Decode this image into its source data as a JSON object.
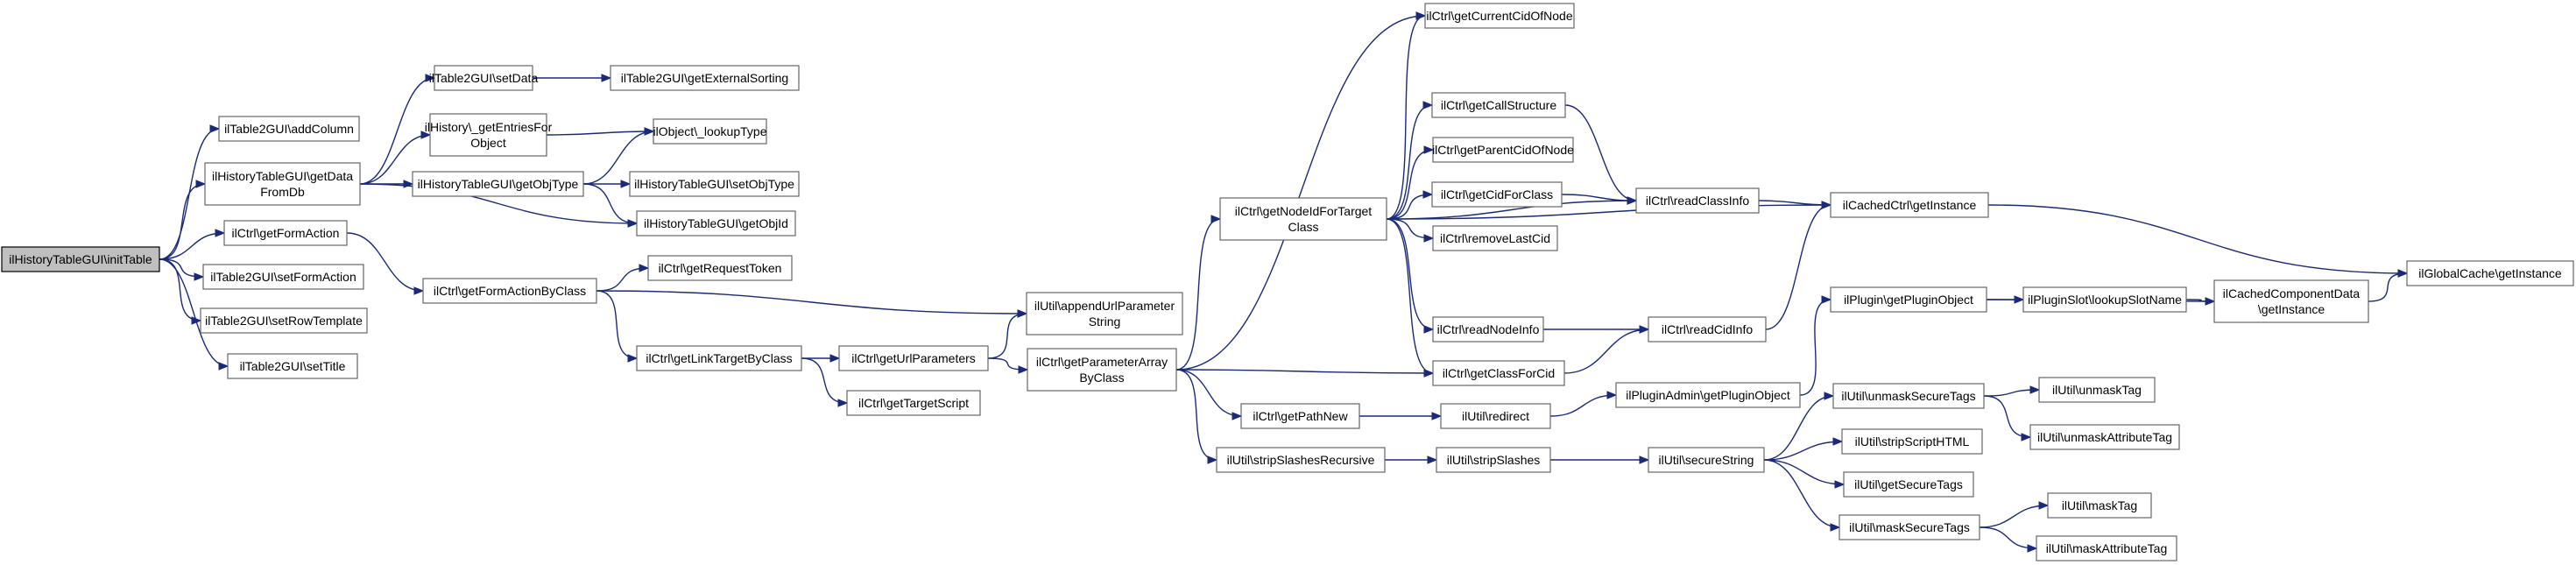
{
  "nodes": [
    {
      "id": "initTable",
      "lines": [
        "ilHistoryTableGUI\\initTable"
      ],
      "root": true
    },
    {
      "id": "addColumn",
      "lines": [
        "ilTable2GUI\\addColumn"
      ]
    },
    {
      "id": "getDataFromDb",
      "lines": [
        "ilHistoryTableGUI\\getData",
        "FromDb"
      ]
    },
    {
      "id": "getFormAction",
      "lines": [
        "ilCtrl\\getFormAction"
      ]
    },
    {
      "id": "setFormAction",
      "lines": [
        "ilTable2GUI\\setFormAction"
      ]
    },
    {
      "id": "setRowTemplate",
      "lines": [
        "ilTable2GUI\\setRowTemplate"
      ]
    },
    {
      "id": "setTitle",
      "lines": [
        "ilTable2GUI\\setTitle"
      ]
    },
    {
      "id": "setData",
      "lines": [
        "ilTable2GUI\\setData"
      ]
    },
    {
      "id": "getEntriesForObject",
      "lines": [
        "ilHistory\\_getEntriesFor",
        "Object"
      ]
    },
    {
      "id": "getObjType",
      "lines": [
        "ilHistoryTableGUI\\getObjType"
      ]
    },
    {
      "id": "getExternalSorting",
      "lines": [
        "ilTable2GUI\\getExternalSorting"
      ]
    },
    {
      "id": "lookupType",
      "lines": [
        "ilObject\\_lookupType"
      ]
    },
    {
      "id": "setObjType",
      "lines": [
        "ilHistoryTableGUI\\setObjType"
      ]
    },
    {
      "id": "getObjId",
      "lines": [
        "ilHistoryTableGUI\\getObjId"
      ]
    },
    {
      "id": "getFormActionByClass",
      "lines": [
        "ilCtrl\\getFormActionByClass"
      ]
    },
    {
      "id": "getRequestToken",
      "lines": [
        "ilCtrl\\getRequestToken"
      ]
    },
    {
      "id": "appendUrlParameterString",
      "lines": [
        "ilUtil\\appendUrlParameter",
        "String"
      ]
    },
    {
      "id": "getLinkTargetByClass",
      "lines": [
        "ilCtrl\\getLinkTargetByClass"
      ]
    },
    {
      "id": "getUrlParameters",
      "lines": [
        "ilCtrl\\getUrlParameters"
      ]
    },
    {
      "id": "getTargetScript",
      "lines": [
        "ilCtrl\\getTargetScript"
      ]
    },
    {
      "id": "getParameterArrayByClass",
      "lines": [
        "ilCtrl\\getParameterArray",
        "ByClass"
      ]
    },
    {
      "id": "getCurrentCidOfNode",
      "lines": [
        "ilCtrl\\getCurrentCidOfNode"
      ]
    },
    {
      "id": "getNodeIdForTargetClass",
      "lines": [
        "ilCtrl\\getNodeIdForTarget",
        "Class"
      ]
    },
    {
      "id": "getCallStructure",
      "lines": [
        "ilCtrl\\getCallStructure"
      ]
    },
    {
      "id": "getParentCidOfNode",
      "lines": [
        "ilCtrl\\getParentCidOfNode"
      ]
    },
    {
      "id": "getCidForClass",
      "lines": [
        "ilCtrl\\getCidForClass"
      ]
    },
    {
      "id": "removeLastCid",
      "lines": [
        "ilCtrl\\removeLastCid"
      ]
    },
    {
      "id": "readNodeInfo",
      "lines": [
        "ilCtrl\\readNodeInfo"
      ]
    },
    {
      "id": "getClassForCid",
      "lines": [
        "ilCtrl\\getClassForCid"
      ]
    },
    {
      "id": "readClassInfo",
      "lines": [
        "ilCtrl\\readClassInfo"
      ]
    },
    {
      "id": "readCidInfo",
      "lines": [
        "ilCtrl\\readCidInfo"
      ]
    },
    {
      "id": "cachedCtrlGetInstance",
      "lines": [
        "ilCachedCtrl\\getInstance"
      ]
    },
    {
      "id": "globalCacheGetInstance",
      "lines": [
        "ilGlobalCache\\getInstance"
      ]
    },
    {
      "id": "getPathNew",
      "lines": [
        "ilCtrl\\getPathNew"
      ]
    },
    {
      "id": "redirect",
      "lines": [
        "ilUtil\\redirect"
      ]
    },
    {
      "id": "getPluginObject",
      "lines": [
        "ilPluginAdmin\\getPluginObject"
      ]
    },
    {
      "id": "pluginGetPluginObject",
      "lines": [
        "ilPlugin\\getPluginObject"
      ]
    },
    {
      "id": "lookupSlotName",
      "lines": [
        "ilPluginSlot\\lookupSlotName"
      ]
    },
    {
      "id": "cachedComponentGetInstance",
      "lines": [
        "ilCachedComponentData",
        "\\getInstance"
      ]
    },
    {
      "id": "stripSlashesRecursive",
      "lines": [
        "ilUtil\\stripSlashesRecursive"
      ]
    },
    {
      "id": "stripSlashes",
      "lines": [
        "ilUtil\\stripSlashes"
      ]
    },
    {
      "id": "secureString",
      "lines": [
        "ilUtil\\secureString"
      ]
    },
    {
      "id": "unmaskSecureTags",
      "lines": [
        "ilUtil\\unmaskSecureTags"
      ]
    },
    {
      "id": "unmaskTag",
      "lines": [
        "ilUtil\\unmaskTag"
      ]
    },
    {
      "id": "unmaskAttributeTag",
      "lines": [
        "ilUtil\\unmaskAttributeTag"
      ]
    },
    {
      "id": "stripScriptHTML",
      "lines": [
        "ilUtil\\stripScriptHTML"
      ]
    },
    {
      "id": "getSecureTags",
      "lines": [
        "ilUtil\\getSecureTags"
      ]
    },
    {
      "id": "maskSecureTags",
      "lines": [
        "ilUtil\\maskSecureTags"
      ]
    },
    {
      "id": "maskTag",
      "lines": [
        "ilUtil\\maskTag"
      ]
    },
    {
      "id": "maskAttributeTag",
      "lines": [
        "ilUtil\\maskAttributeTag"
      ]
    }
  ],
  "edges": [
    [
      "initTable",
      "addColumn"
    ],
    [
      "initTable",
      "getDataFromDb"
    ],
    [
      "initTable",
      "getFormAction"
    ],
    [
      "initTable",
      "setFormAction"
    ],
    [
      "initTable",
      "setRowTemplate"
    ],
    [
      "initTable",
      "setTitle"
    ],
    [
      "getDataFromDb",
      "setData"
    ],
    [
      "getDataFromDb",
      "getEntriesForObject"
    ],
    [
      "getDataFromDb",
      "getObjType"
    ],
    [
      "getDataFromDb",
      "getObjId"
    ],
    [
      "setData",
      "getExternalSorting"
    ],
    [
      "getEntriesForObject",
      "lookupType"
    ],
    [
      "getObjType",
      "lookupType"
    ],
    [
      "getObjType",
      "setObjType"
    ],
    [
      "getObjType",
      "getObjId"
    ],
    [
      "getFormAction",
      "getFormActionByClass"
    ],
    [
      "getFormActionByClass",
      "getRequestToken"
    ],
    [
      "getFormActionByClass",
      "appendUrlParameterString"
    ],
    [
      "getFormActionByClass",
      "getLinkTargetByClass"
    ],
    [
      "getLinkTargetByClass",
      "getUrlParameters"
    ],
    [
      "getLinkTargetByClass",
      "getTargetScript"
    ],
    [
      "getUrlParameters",
      "appendUrlParameterString"
    ],
    [
      "getUrlParameters",
      "getParameterArrayByClass"
    ],
    [
      "getParameterArrayByClass",
      "getCurrentCidOfNode"
    ],
    [
      "getParameterArrayByClass",
      "getNodeIdForTargetClass"
    ],
    [
      "getParameterArrayByClass",
      "getClassForCid"
    ],
    [
      "getParameterArrayByClass",
      "getPathNew"
    ],
    [
      "getParameterArrayByClass",
      "stripSlashesRecursive"
    ],
    [
      "getNodeIdForTargetClass",
      "getCurrentCidOfNode"
    ],
    [
      "getNodeIdForTargetClass",
      "getCallStructure"
    ],
    [
      "getNodeIdForTargetClass",
      "getParentCidOfNode"
    ],
    [
      "getNodeIdForTargetClass",
      "getCidForClass"
    ],
    [
      "getNodeIdForTargetClass",
      "removeLastCid"
    ],
    [
      "getNodeIdForTargetClass",
      "readNodeInfo"
    ],
    [
      "getNodeIdForTargetClass",
      "getClassForCid"
    ],
    [
      "getNodeIdForTargetClass",
      "readClassInfo"
    ],
    [
      "getNodeIdForTargetClass",
      "cachedCtrlGetInstance"
    ],
    [
      "getCallStructure",
      "readClassInfo"
    ],
    [
      "getCidForClass",
      "readClassInfo"
    ],
    [
      "readNodeInfo",
      "readCidInfo"
    ],
    [
      "getClassForCid",
      "readCidInfo"
    ],
    [
      "readClassInfo",
      "cachedCtrlGetInstance"
    ],
    [
      "readCidInfo",
      "cachedCtrlGetInstance"
    ],
    [
      "cachedCtrlGetInstance",
      "globalCacheGetInstance"
    ],
    [
      "getPathNew",
      "redirect"
    ],
    [
      "redirect",
      "getPluginObject"
    ],
    [
      "getPluginObject",
      "pluginGetPluginObject"
    ],
    [
      "pluginGetPluginObject",
      "lookupSlotName"
    ],
    [
      "pluginGetPluginObject",
      "cachedComponentGetInstance"
    ],
    [
      "lookupSlotName",
      "cachedComponentGetInstance"
    ],
    [
      "cachedComponentGetInstance",
      "globalCacheGetInstance"
    ],
    [
      "stripSlashesRecursive",
      "stripSlashes"
    ],
    [
      "stripSlashes",
      "secureString"
    ],
    [
      "secureString",
      "unmaskSecureTags"
    ],
    [
      "secureString",
      "stripScriptHTML"
    ],
    [
      "secureString",
      "getSecureTags"
    ],
    [
      "secureString",
      "maskSecureTags"
    ],
    [
      "unmaskSecureTags",
      "unmaskTag"
    ],
    [
      "unmaskSecureTags",
      "unmaskAttributeTag"
    ],
    [
      "maskSecureTags",
      "maskTag"
    ],
    [
      "maskSecureTags",
      "maskAttributeTag"
    ]
  ]
}
